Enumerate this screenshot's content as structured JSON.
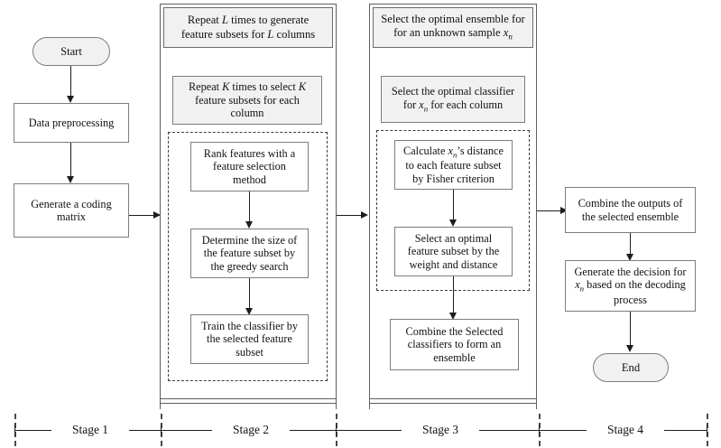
{
  "diagram": {
    "title": "Multi-stage ensemble feature-selection flowchart"
  },
  "stage1": {
    "start": "Start",
    "nodes": [
      {
        "id": "data-preprocessing",
        "label": "Data preprocessing"
      },
      {
        "id": "coding-matrix",
        "label": "Generate a coding\nmatrix"
      }
    ]
  },
  "stage2": {
    "header_line1": "Repeat L times to generate",
    "header_line2": "feature subsets for L columns",
    "subheader_line1": "Repeat K times to select K",
    "subheader_line2": "feature subsets for each",
    "subheader_line3": "column",
    "nodes": [
      {
        "id": "rank-features",
        "line1": "Rank features with a",
        "line2": "feature selection",
        "line3": "method"
      },
      {
        "id": "determine-size",
        "line1": "Determine the size of",
        "line2": "the feature subset by",
        "line3": "the greedy search"
      },
      {
        "id": "train-classifier",
        "line1": "Train the classifier by",
        "line2": "the selected feature",
        "line3": "subset"
      }
    ]
  },
  "stage3": {
    "header_line1": "Select the optimal ensemble for",
    "header_line2": "for an unknown sample x",
    "header_sub": "n",
    "subheader_line1": "Select the optimal classifier",
    "subheader_line2a": "for x",
    "subheader_sub": "n",
    "subheader_line2b": " for each column",
    "nodes": [
      {
        "id": "calculate-distance",
        "line1a": "Calculate x",
        "sub": "n",
        "line1b": "’s distance",
        "line2": "to each feature subset",
        "line3": "by Fisher criterion"
      },
      {
        "id": "select-subset",
        "line1": "Select an optimal",
        "line2": "feature subset by the",
        "line3": "weight and distance"
      },
      {
        "id": "combine-classifiers",
        "line1": "Combine the Selected",
        "line2": "classifiers to form an",
        "line3": "ensemble"
      }
    ]
  },
  "stage4": {
    "nodes": [
      {
        "id": "combine-outputs",
        "line1": "Combine the outputs of",
        "line2": "the selected ensemble"
      },
      {
        "id": "generate-decision",
        "line1": "Generate the decision for",
        "line2a": "x",
        "sub": "n",
        "line2b": " based on the decoding",
        "line3": "process"
      }
    ],
    "end": "End"
  },
  "ruler": {
    "labels": [
      "Stage 1",
      "Stage 2",
      "Stage 3",
      "Stage 4"
    ]
  },
  "colors": {
    "box_border": "#7d7d7d",
    "panel_border": "#5e5e5e",
    "header_fill": "#f1f1f1",
    "line": "#1d1d1d",
    "background": "#ffffff"
  }
}
